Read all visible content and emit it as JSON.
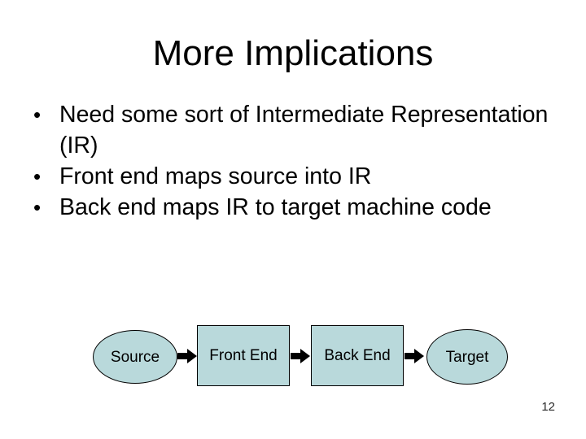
{
  "slide": {
    "title": "More Implications",
    "bullets": [
      "Need some sort of Intermediate Representation (IR)",
      "Front end maps source into IR",
      "Back end maps IR to target machine code"
    ],
    "bullet_glyph": "•",
    "diagram": {
      "nodes": [
        {
          "label": "Source",
          "shape": "ellipse"
        },
        {
          "label": "Front End",
          "shape": "rect"
        },
        {
          "label": "Back End",
          "shape": "rect"
        },
        {
          "label": "Target",
          "shape": "ellipse"
        }
      ],
      "flow_arrow_icon": "arrow-right"
    },
    "page_number": "12",
    "colors": {
      "background": "#ffffff",
      "text": "#000000",
      "shape_fill": "#b9d9db",
      "shape_border": "#000000",
      "arrow": "#000000",
      "page_number": "#2a2a2a"
    }
  }
}
